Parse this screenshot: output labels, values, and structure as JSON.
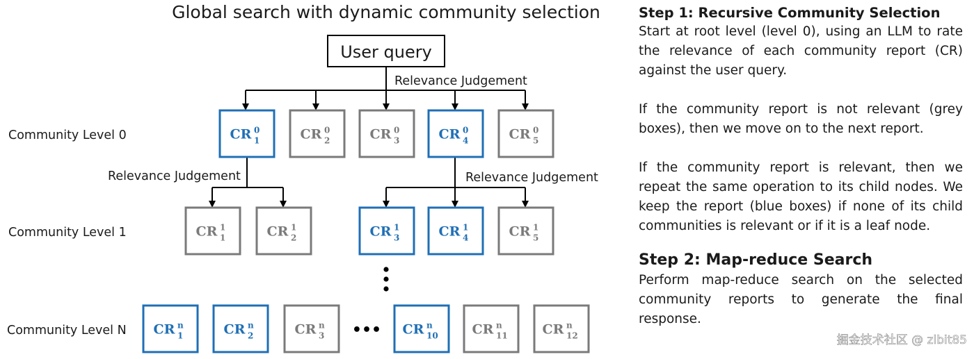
{
  "diagram": {
    "title": "Global search with dynamic community selection",
    "query_label": "User query",
    "judgement_label": "Relevance Judgement",
    "levels": [
      {
        "label": "Community Level 0",
        "sup": "0",
        "boxes": [
          {
            "sub": "1",
            "selected": true
          },
          {
            "sub": "2",
            "selected": false
          },
          {
            "sub": "3",
            "selected": false
          },
          {
            "sub": "4",
            "selected": true
          },
          {
            "sub": "5",
            "selected": false
          }
        ]
      },
      {
        "label": "Community Level 1",
        "sup": "1",
        "boxes": [
          {
            "sub": "1",
            "selected": false
          },
          {
            "sub": "2",
            "selected": false
          },
          {
            "sub": "3",
            "selected": true
          },
          {
            "sub": "4",
            "selected": true
          },
          {
            "sub": "5",
            "selected": false
          }
        ]
      },
      {
        "label": "Community Level N",
        "sup": "n",
        "boxes": [
          {
            "sub": "1",
            "selected": true
          },
          {
            "sub": "2",
            "selected": true
          },
          {
            "sub": "3",
            "selected": false
          },
          {
            "sub": "10",
            "selected": true
          },
          {
            "sub": "11",
            "selected": false
          },
          {
            "sub": "12",
            "selected": false
          }
        ]
      }
    ],
    "box_prefix": "CR",
    "ellipsis": "•••",
    "colors": {
      "selected": "#1f6fb5",
      "unselected": "#7a7a7a"
    }
  },
  "steps": {
    "step1_title": "Step 1: Recursive Community Selection",
    "step1_p1": "Start at root level (level 0), using an LLM to rate the relevance of each community report (CR) against the user query.",
    "step1_p2": "If the community report is not relevant (grey boxes), then we move on to the next report.",
    "step1_p3": "If the community report is relevant, then we repeat the same operation to its child nodes. We keep the report (blue boxes) if none of its child communities is relevant or if it is a leaf node.",
    "step2_title": "Step 2: Map-reduce Search",
    "step2_p1": "Perform map-reduce search on the selected community reports to generate the final response."
  },
  "watermark": "掘金技术社区 @ zlbit85"
}
